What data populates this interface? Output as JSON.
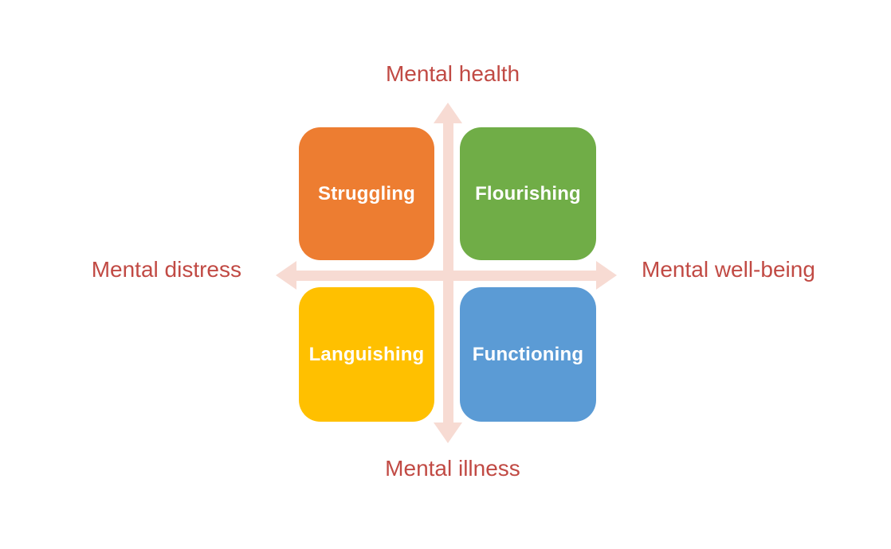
{
  "diagram": {
    "type": "quadrant-diagram",
    "axis_labels": {
      "top": "Mental health",
      "bottom": "Mental illness",
      "left": "Mental distress",
      "right": "Mental well-being"
    },
    "quadrants": [
      {
        "position": "top-left",
        "label": "Struggling",
        "color": "#ED7D31"
      },
      {
        "position": "top-right",
        "label": "Flourishing",
        "color": "#70AD47"
      },
      {
        "position": "bottom-left",
        "label": "Languishing",
        "color": "#FFC000"
      },
      {
        "position": "bottom-right",
        "label": "Functioning",
        "color": "#5B9BD5"
      }
    ],
    "colors": {
      "axis_arrow": "#F7DBD3",
      "axis_label_text": "#C14A44",
      "quadrant_label_text": "#FFFFFF",
      "background": "#FFFFFF"
    }
  }
}
